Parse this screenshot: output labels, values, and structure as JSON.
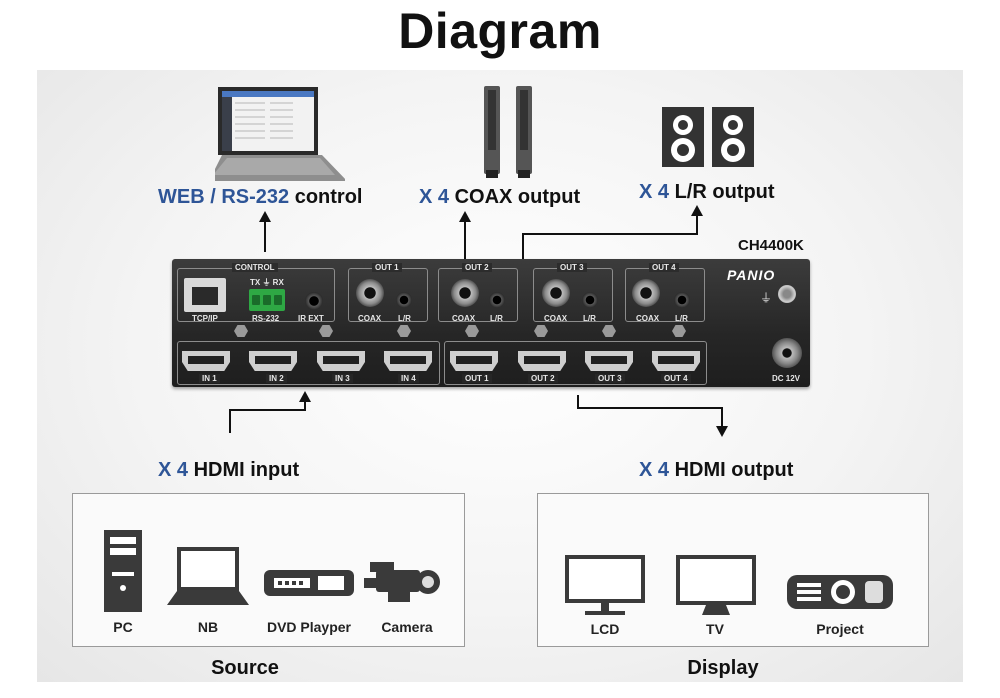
{
  "title": "Diagram",
  "labels": {
    "web": {
      "part1": "WEB / RS-232",
      "part2": " control"
    },
    "coax": {
      "accent": "X 4",
      "text": " COAX output"
    },
    "lr": {
      "accent": "X 4",
      "text": " L/R output"
    },
    "hdmi_in": {
      "accent": "X 4",
      "text": " HDMI input"
    },
    "hdmi_out": {
      "accent": "X 4",
      "text": " HDMI output"
    },
    "model": "CH4400K"
  },
  "device": {
    "brand": "PANIO",
    "control_title": "CONTROL",
    "tx_rx": "TX ⏚ RX",
    "tcpip": "TCP/IP",
    "rs232": "RS-232",
    "irext": "IR EXT",
    "out_groups": [
      {
        "title": "OUT 1",
        "coax": "COAX",
        "lr": "L/R"
      },
      {
        "title": "OUT 2",
        "coax": "COAX",
        "lr": "L/R"
      },
      {
        "title": "OUT 3",
        "coax": "COAX",
        "lr": "L/R"
      },
      {
        "title": "OUT 4",
        "coax": "COAX",
        "lr": "L/R"
      }
    ],
    "inputs": [
      "IN 1",
      "IN 2",
      "IN 3",
      "IN 4"
    ],
    "outputs": [
      "OUT 1",
      "OUT 2",
      "OUT 3",
      "OUT 4"
    ],
    "dc": "DC 12V",
    "ground_icon": "ground-icon"
  },
  "source": {
    "title": "Source",
    "items": [
      {
        "label": "PC",
        "icon": "pc-tower-icon"
      },
      {
        "label": "NB",
        "icon": "notebook-icon"
      },
      {
        "label": "DVD Playper",
        "icon": "dvd-player-icon"
      },
      {
        "label": "Camera",
        "icon": "camera-icon"
      }
    ]
  },
  "display": {
    "title": "Display",
    "items": [
      {
        "label": "LCD",
        "icon": "lcd-monitor-icon"
      },
      {
        "label": "TV",
        "icon": "tv-icon"
      },
      {
        "label": "Project",
        "icon": "projector-icon"
      }
    ]
  },
  "colors": {
    "accent": "#2e5597",
    "terminal": "#2ea844"
  }
}
